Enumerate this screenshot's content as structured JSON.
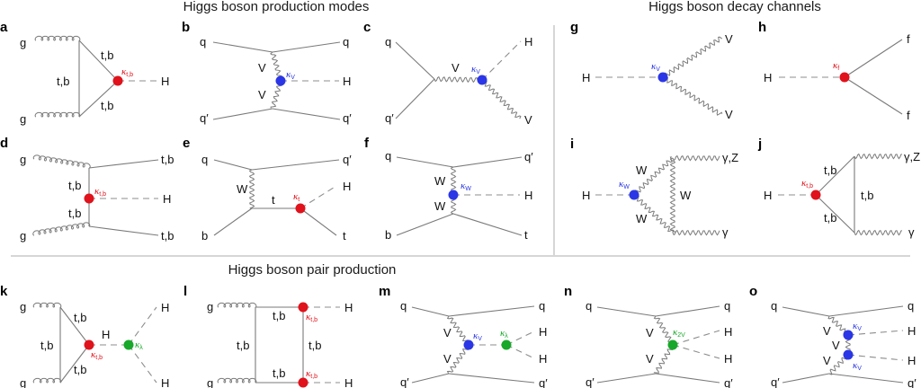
{
  "sections": {
    "production": "Higgs boson production modes",
    "decay": "Higgs boson decay channels",
    "pair": "Higgs boson pair production"
  },
  "colors": {
    "red": "#e0121b",
    "blue": "#2b36e6",
    "green": "#18a82a",
    "line": "#7a7a7a",
    "separator": "#d6d6d6"
  },
  "panels": {
    "a": {
      "label": "a",
      "in1": "g",
      "in2": "g",
      "top": "t,b",
      "left": "t,b",
      "bottom": "t,b",
      "out": "H",
      "kappa": "κ",
      "kappa_sub": "t,b"
    },
    "b": {
      "label": "b",
      "in1": "q",
      "in2": "q′",
      "out1": "q",
      "out2": "q′",
      "prop1": "V",
      "prop2": "V",
      "out": "H",
      "kappa": "κ",
      "kappa_sub": "V"
    },
    "c": {
      "label": "c",
      "in1": "q",
      "in2": "q′",
      "prop": "V",
      "out1": "H",
      "out2": "V",
      "kappa": "κ",
      "kappa_sub": "V"
    },
    "d": {
      "label": "d",
      "in1": "g",
      "in2": "g",
      "prop1": "t,b",
      "prop2": "t,b",
      "out1": "t,b",
      "out": "H",
      "out2": "t,b",
      "kappa": "κ",
      "kappa_sub": "t,b"
    },
    "e": {
      "label": "e",
      "in1": "q",
      "in2": "b",
      "prop": "W",
      "prop_t": "t",
      "out1": "q′",
      "out": "H",
      "out2": "t",
      "kappa": "κ",
      "kappa_sub": "t"
    },
    "f": {
      "label": "f",
      "in1": "q",
      "in2": "b",
      "prop1": "W",
      "prop2": "W",
      "out1": "q′",
      "out": "H",
      "out2": "t",
      "kappa": "κ",
      "kappa_sub": "W"
    },
    "g": {
      "label": "g",
      "in": "H",
      "out1": "V",
      "out2": "V",
      "kappa": "κ",
      "kappa_sub": "V"
    },
    "h": {
      "label": "h",
      "in": "H",
      "out1": "f",
      "out2": "f",
      "kappa": "κ",
      "kappa_sub": "f"
    },
    "i": {
      "label": "i",
      "in": "H",
      "prop1": "W",
      "prop2": "W",
      "prop3": "W",
      "out1": "γ,Z",
      "out2": "γ",
      "kappa": "κ",
      "kappa_sub": "W"
    },
    "j": {
      "label": "j",
      "in": "H",
      "prop1": "t,b",
      "prop2": "t,b",
      "prop3": "t,b",
      "out1": "γ,Z",
      "out2": "γ",
      "kappa": "κ",
      "kappa_sub": "t,b"
    },
    "k": {
      "label": "k",
      "in1": "g",
      "in2": "g",
      "top": "t,b",
      "left": "t,b",
      "bottom": "t,b",
      "mid": "H",
      "out1": "H",
      "out2": "H",
      "kappa1": "κ",
      "kappa1_sub": "t,b",
      "kappa2": "κ",
      "kappa2_sub": "λ"
    },
    "l": {
      "label": "l",
      "in1": "g",
      "in2": "g",
      "top": "t,b",
      "left": "t,b",
      "right": "t,b",
      "bottom": "t,b",
      "out1": "H",
      "out2": "H",
      "kappa1": "κ",
      "kappa1_sub": "t,b",
      "kappa2": "κ",
      "kappa2_sub": "t,b"
    },
    "m": {
      "label": "m",
      "in1": "q",
      "in2": "q′",
      "out1": "q",
      "out2": "q′",
      "prop1": "V",
      "prop2": "V",
      "out3": "H",
      "out4": "H",
      "kappa1": "κ",
      "kappa1_sub": "V",
      "kappa2": "κ",
      "kappa2_sub": "λ"
    },
    "n": {
      "label": "n",
      "in1": "q",
      "in2": "q′",
      "out1": "q",
      "out2": "q′",
      "prop1": "V",
      "prop2": "V",
      "out3": "H",
      "out4": "H",
      "kappa": "κ",
      "kappa_sub": "2V"
    },
    "o": {
      "label": "o",
      "in1": "q",
      "in2": "q′",
      "out1": "q",
      "out2": "q′",
      "prop1": "V",
      "prop2": "V",
      "prop3": "V",
      "out3": "H",
      "out4": "H",
      "kappa1": "κ",
      "kappa1_sub": "V",
      "kappa2": "κ",
      "kappa2_sub": "V"
    }
  }
}
